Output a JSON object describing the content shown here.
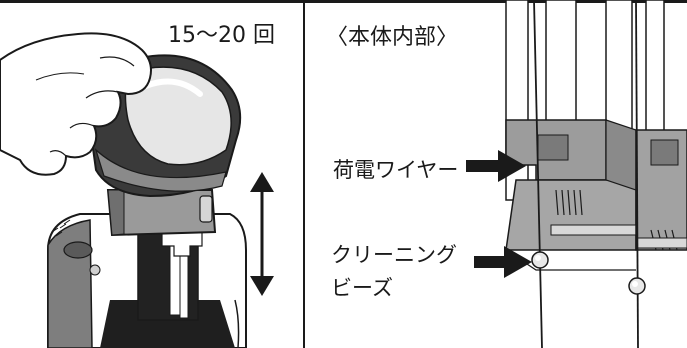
{
  "panels": {
    "left": {
      "count_label": "15～20 回"
    },
    "right": {
      "view_label": "〈本体内部〉",
      "wire_label": "荷電ワイヤー",
      "beads_label_line1": "クリーニング",
      "beads_label_line2": "ビーズ"
    }
  },
  "colors": {
    "ink": "#1a1a1a",
    "part_gray": "#9a9a9a",
    "light_gray": "#d2d2d2",
    "dark": "#222222"
  }
}
